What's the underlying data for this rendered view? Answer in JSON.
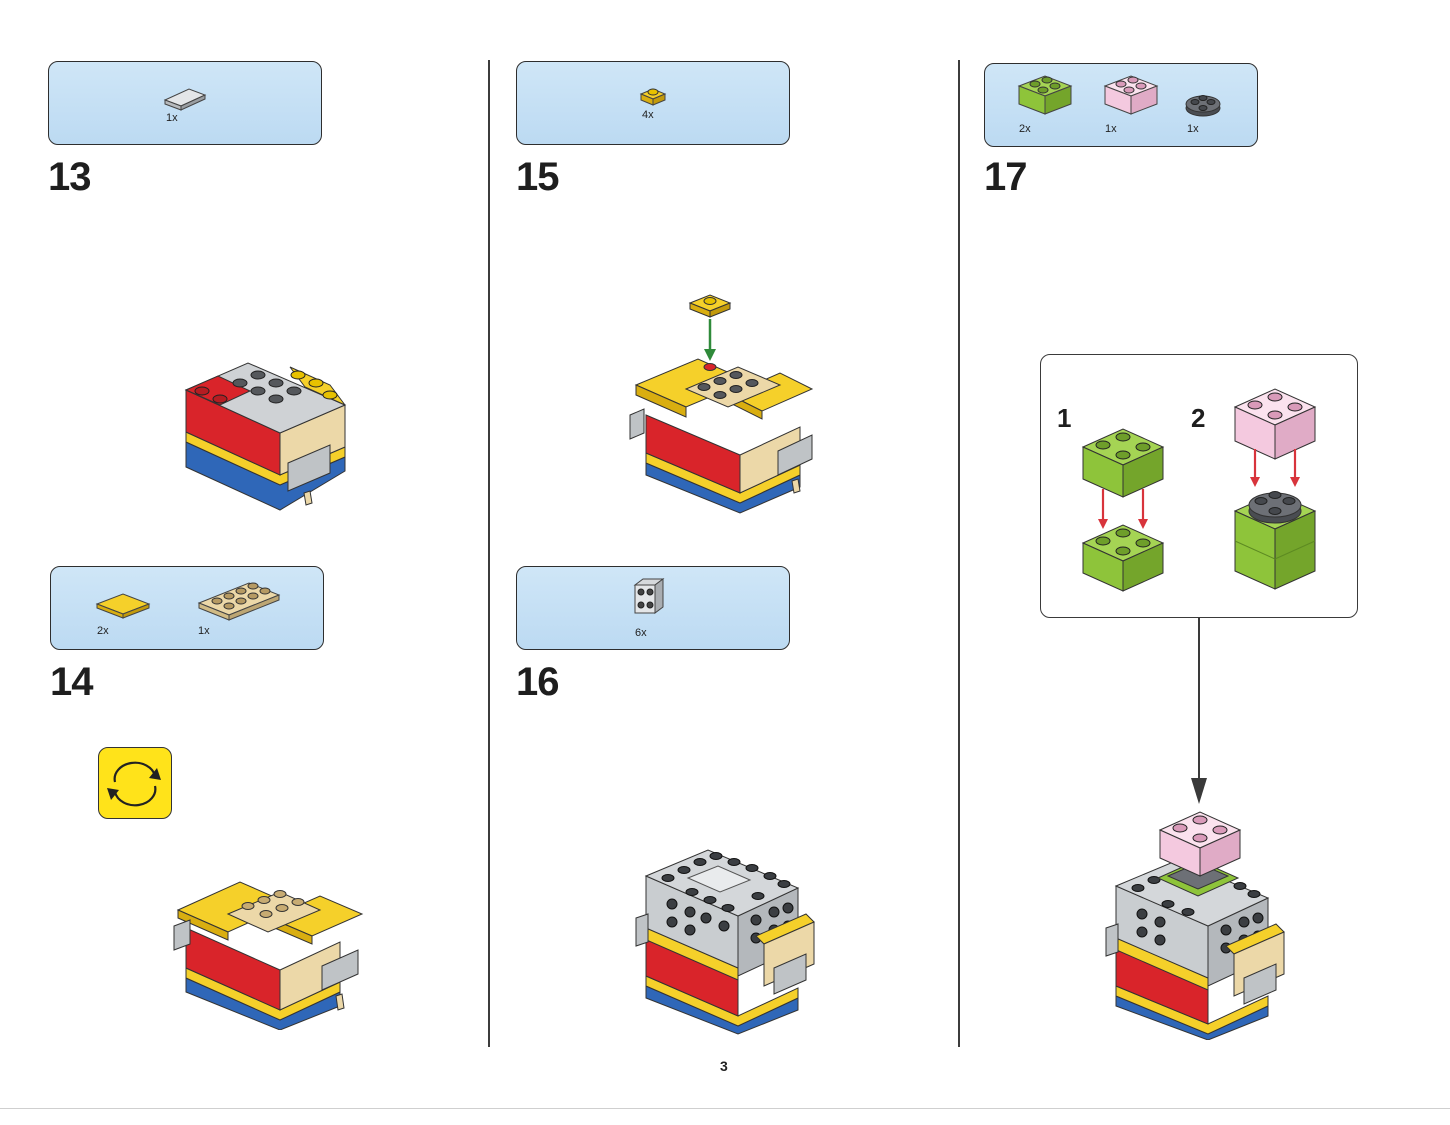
{
  "page_number": "3",
  "steps": [
    {
      "number": "13",
      "parts": [
        {
          "name": "light-gray-tile-1x2",
          "qty": "1x"
        }
      ]
    },
    {
      "number": "14",
      "parts": [
        {
          "name": "yellow-tile-2x2",
          "qty": "2x"
        },
        {
          "name": "tan-plate-2x4",
          "qty": "1x"
        }
      ],
      "rotate_icon": "rotate-model-icon"
    },
    {
      "number": "15",
      "parts": [
        {
          "name": "yellow-plate-1x1",
          "qty": "4x"
        }
      ]
    },
    {
      "number": "16",
      "parts": [
        {
          "name": "light-gray-brick-2x2-studs-on-side",
          "qty": "6x"
        }
      ]
    },
    {
      "number": "17",
      "parts": [
        {
          "name": "lime-brick-2x2",
          "qty": "2x"
        },
        {
          "name": "pink-brick-2x2",
          "qty": "1x"
        },
        {
          "name": "dark-gray-round-plate-2x2",
          "qty": "1x"
        }
      ],
      "substeps": [
        {
          "number": "1"
        },
        {
          "number": "2"
        }
      ]
    }
  ],
  "colors": {
    "parts_box": "#c6e0f5",
    "red": "#d9242a",
    "yellow": "#f5d02a",
    "blue": "#2f67b8",
    "tan": "#ecd8a8",
    "gray": "#bfc3c6",
    "lime": "#8ec43a",
    "pink": "#f4c9df",
    "dark_gray": "#5e6166",
    "arrow_green": "#2f8a3a",
    "arrow_red": "#d8343c"
  }
}
